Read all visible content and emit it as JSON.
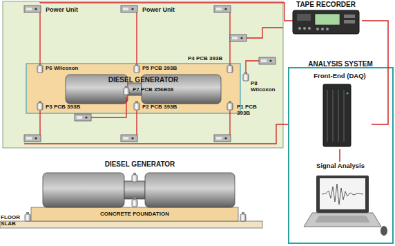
{
  "diagram": {
    "nodes": [
      {
        "text": [
          "TAPE RECORDER"
        ]
      },
      {
        "text": [
          "ANALYSIS SYSTEM"
        ]
      },
      {
        "text": [
          "Front-End (DAQ)"
        ],
        "in": 1
      },
      {
        "text": [
          "Signal Analysis"
        ],
        "in": 1
      },
      {
        "text": [
          "DIESEL GENERATOR"
        ]
      },
      {
        "text": [
          "DIESEL GENERATOR"
        ]
      },
      {
        "text": [
          "CONCRETE FOUNDATION"
        ]
      }
    ],
    "edges": [
      {
        "from": 0,
        "to": 2,
        "arrow": "none"
      },
      {
        "from": 2,
        "to": 3,
        "arrow": "none"
      }
    ],
    "labels": [
      "Power Unit",
      "Power Unit",
      "P6 Wilcoxon",
      "P5 PCB 393B",
      "P4 PCB 393B",
      "P8 Wilcoxon",
      "P3 PCB 393B",
      "P2 PCB 393B",
      "P1 PCB 393B",
      "P7 PCB 356B08",
      "FLOOR SLAB"
    ]
  }
}
